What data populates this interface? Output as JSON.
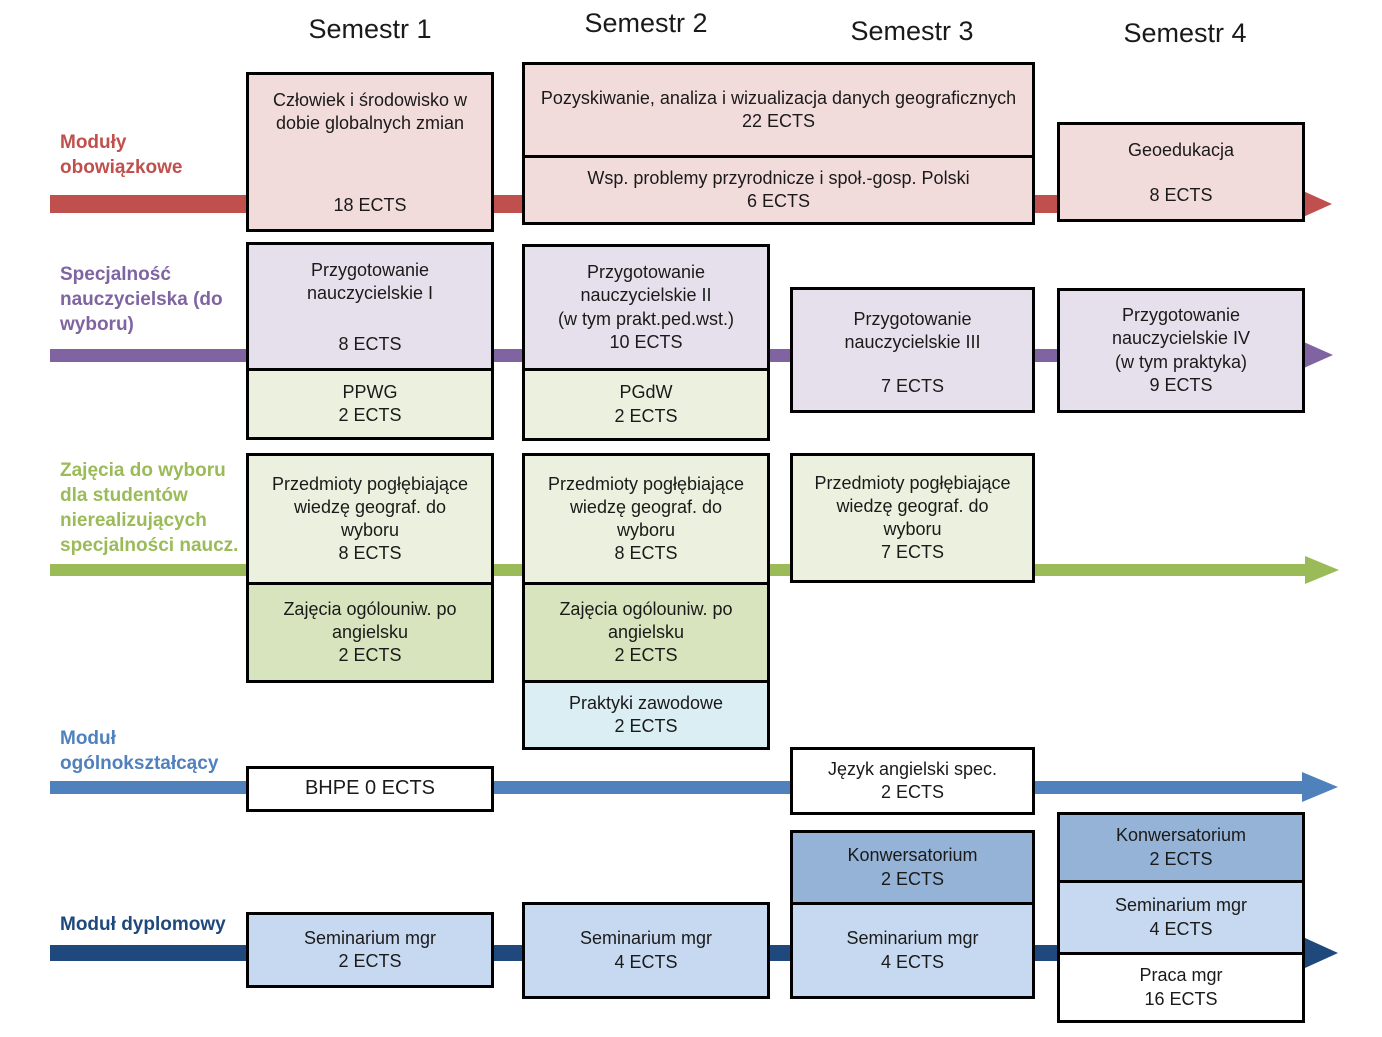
{
  "semesters": [
    "Semestr 1",
    "Semestr 2",
    "Semestr 3",
    "Semestr 4"
  ],
  "rows": {
    "mandatory": {
      "label": "Moduły obowiązkowe",
      "color": "#C0504D"
    },
    "teacher": {
      "label": "Specjalność nauczycielska (do wyboru)",
      "color": "#8064A2"
    },
    "elective": {
      "label": "Zajęcia do wyboru dla studentów nierealizujących specjalności naucz.",
      "color": "#9BBB59"
    },
    "general": {
      "label": "Moduł ogólnokształcący",
      "color": "#4F81BD"
    },
    "diploma": {
      "label": "Moduł dyplomowy",
      "color": "#1F497D"
    }
  },
  "boxes": {
    "mandatory_s1": {
      "title": "Człowiek i środowisko w dobie globalnych zmian",
      "ects": "18 ECTS"
    },
    "mandatory_s23_top": {
      "title": "Pozyskiwanie, analiza i wizualizacja danych geograficznych",
      "ects": "22 ECTS"
    },
    "mandatory_s23_bottom": {
      "title": "Wsp. problemy przyrodnicze i społ.-gosp. Polski",
      "ects": "6 ECTS"
    },
    "mandatory_s4": {
      "title": "Geoedukacja",
      "ects": "8 ECTS"
    },
    "teacher_s1_main": {
      "title": "Przygotowanie nauczycielskie I",
      "ects": "8 ECTS"
    },
    "teacher_s1_sub": {
      "title": "PPWG",
      "ects": "2 ECTS"
    },
    "teacher_s2_main": {
      "title": "Przygotowanie nauczycielskie II",
      "subtitle": "(w tym prakt.ped.wst.)",
      "ects": "10 ECTS"
    },
    "teacher_s2_sub": {
      "title": "PGdW",
      "ects": "2 ECTS"
    },
    "teacher_s3": {
      "title": "Przygotowanie nauczycielskie III",
      "ects": "7 ECTS"
    },
    "teacher_s4": {
      "title": "Przygotowanie nauczycielskie IV",
      "subtitle": "(w tym praktyka)",
      "ects": "9 ECTS"
    },
    "elective_s1_main": {
      "title": "Przedmioty pogłębiające wiedzę geograf. do wyboru",
      "ects": "8 ECTS"
    },
    "elective_s1_sub": {
      "title": "Zajęcia ogólouniw. po angielsku",
      "ects": "2 ECTS"
    },
    "elective_s2_main": {
      "title": "Przedmioty pogłębiające wiedzę geograf. do wyboru",
      "ects": "8 ECTS"
    },
    "elective_s2_sub": {
      "title": "Zajęcia ogólouniw. po angielsku",
      "ects": "2 ECTS"
    },
    "elective_s2_practice": {
      "title": "Praktyki zawodowe",
      "ects": "2 ECTS"
    },
    "elective_s3": {
      "title": "Przedmioty pogłębiające wiedzę geograf. do wyboru",
      "ects": "7 ECTS"
    },
    "general_s1": {
      "title": "BHPE 0 ECTS"
    },
    "general_s3": {
      "title": "Język angielski spec.",
      "ects": "2 ECTS"
    },
    "diploma_s1": {
      "title": "Seminarium mgr",
      "ects": "2 ECTS"
    },
    "diploma_s2": {
      "title": "Seminarium mgr",
      "ects": "4 ECTS"
    },
    "diploma_s3_konw": {
      "title": "Konwersatorium",
      "ects": "2 ECTS"
    },
    "diploma_s3_sem": {
      "title": "Seminarium mgr",
      "ects": "4 ECTS"
    },
    "diploma_s4_konw": {
      "title": "Konwersatorium",
      "ects": "2 ECTS"
    },
    "diploma_s4_sem": {
      "title": "Seminarium mgr",
      "ects": "4 ECTS"
    },
    "diploma_s4_praca": {
      "title": "Praca mgr",
      "ects": "16 ECTS"
    }
  },
  "palette": {
    "box_border": "#000000",
    "pink": "#F2DCDB",
    "lavender": "#E6E0EC",
    "pale_green": "#EBF1DE",
    "medium_green": "#D7E4BD",
    "pale_cyan": "#DAEEF3",
    "medium_blue": "#95B3D7",
    "light_blue": "#C6D9F1",
    "white": "#FFFFFF",
    "arrow_red": "#C0504D",
    "arrow_purple": "#8064A2",
    "arrow_green": "#9BBB59",
    "arrow_blue": "#4F81BD",
    "arrow_navy": "#1F497D"
  }
}
